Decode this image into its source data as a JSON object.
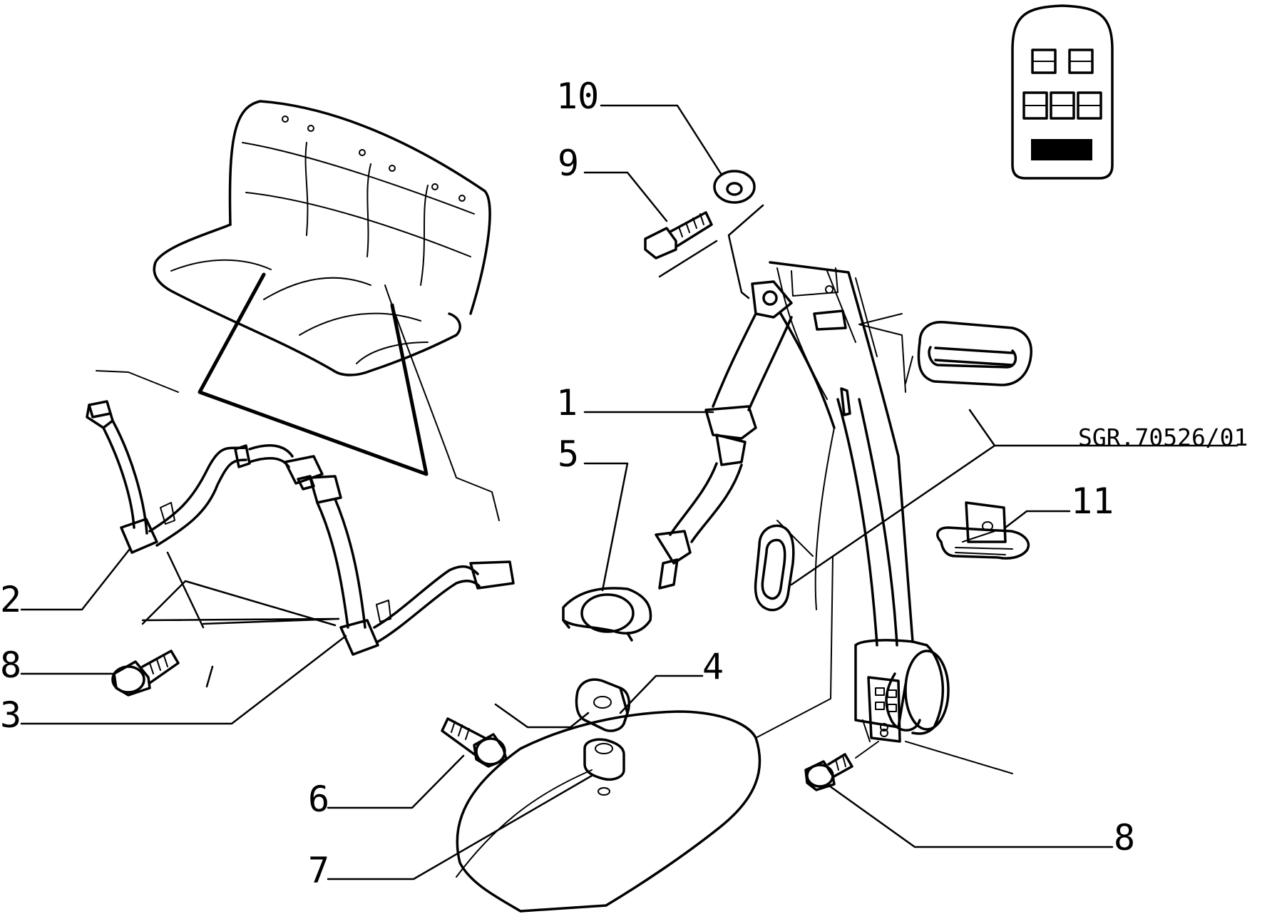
{
  "reference_code": "SGR.70526/01",
  "callouts": [
    {
      "id": "c10",
      "label": "10"
    },
    {
      "id": "c9",
      "label": "9"
    },
    {
      "id": "c1",
      "label": "1"
    },
    {
      "id": "c5",
      "label": "5"
    },
    {
      "id": "c11",
      "label": "11"
    },
    {
      "id": "c2",
      "label": "2"
    },
    {
      "id": "c8a",
      "label": "8"
    },
    {
      "id": "c3",
      "label": "3"
    },
    {
      "id": "c4",
      "label": "4"
    },
    {
      "id": "c6",
      "label": "6"
    },
    {
      "id": "c7",
      "label": "7"
    },
    {
      "id": "c8b",
      "label": "8"
    }
  ]
}
